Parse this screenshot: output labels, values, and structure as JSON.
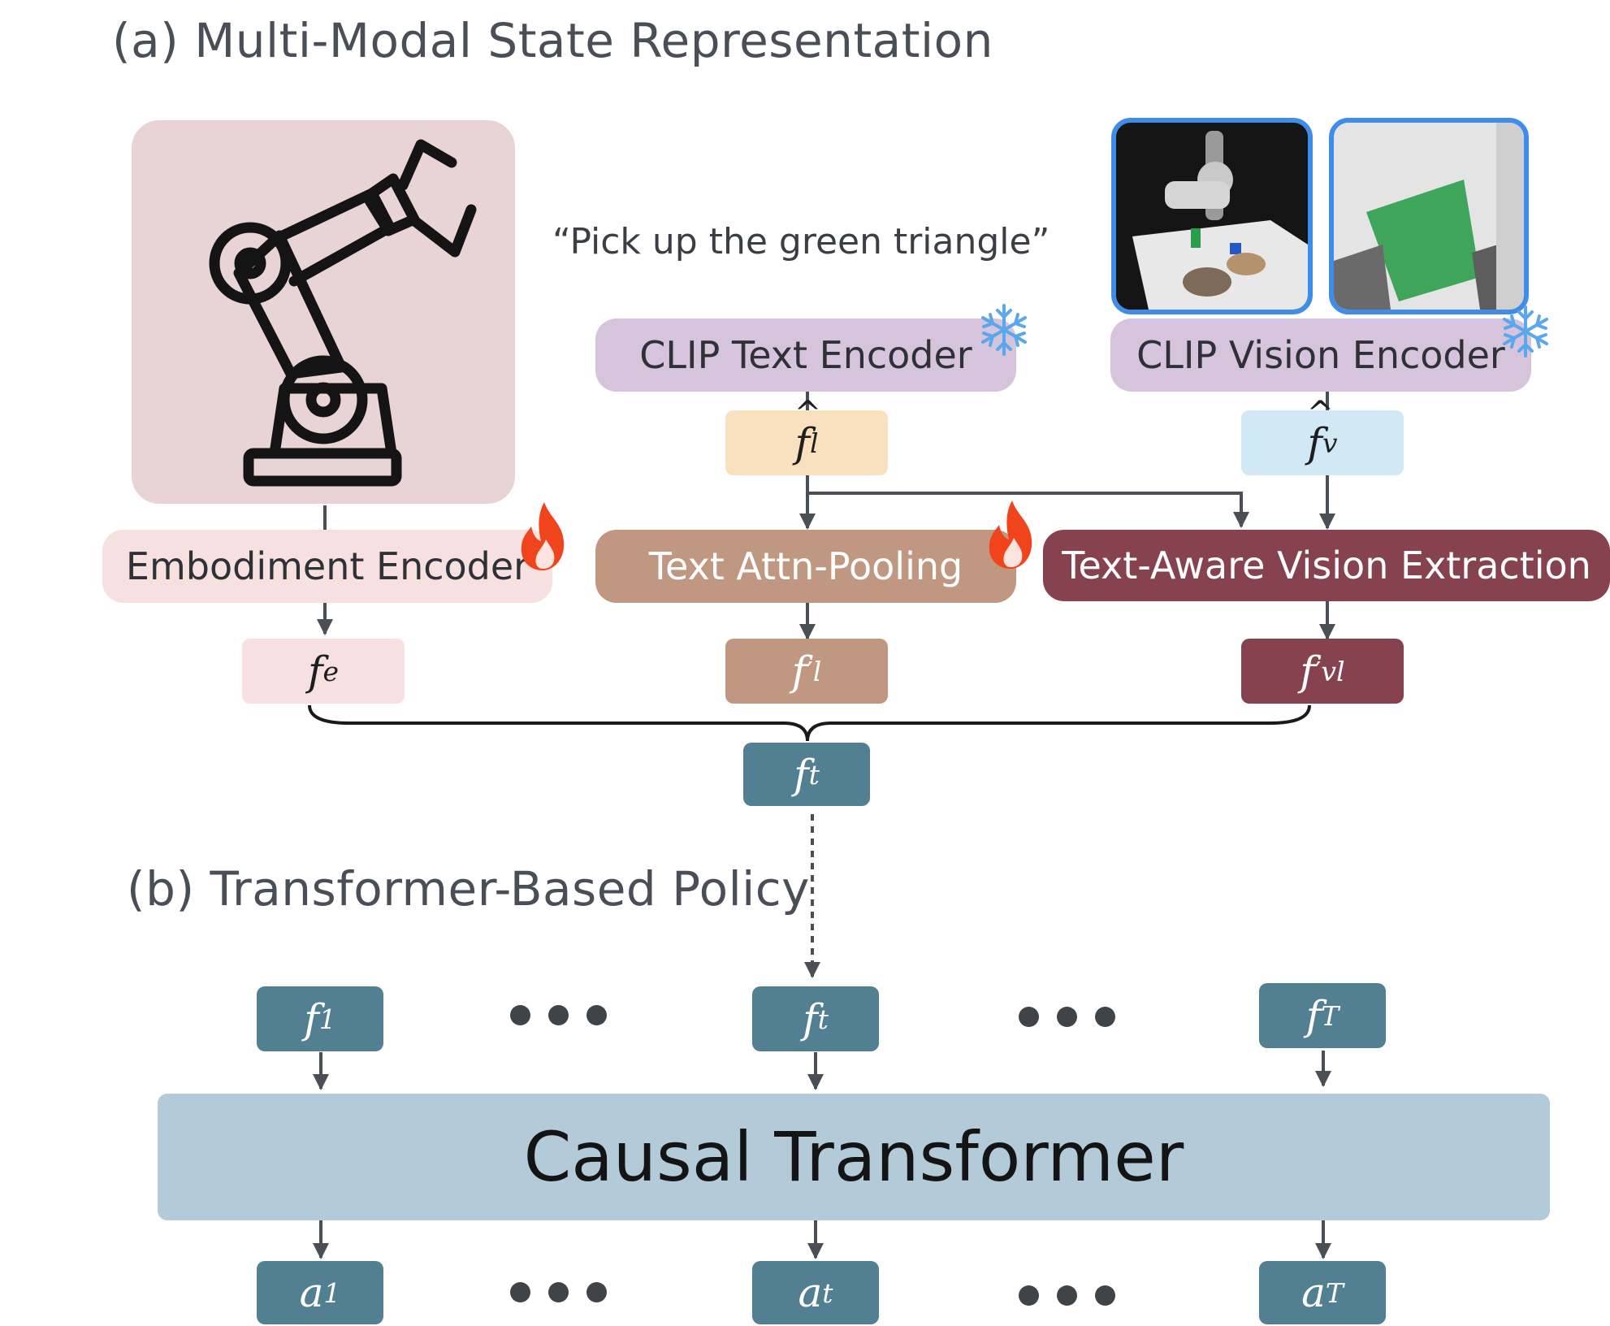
{
  "section_a_title": "(a) Multi-Modal State Representation",
  "section_b_title": "(b) Transformer-Based Policy",
  "instruction_text": "“Pick up the green triangle”",
  "encoders": {
    "clip_text": "CLIP Text Encoder",
    "clip_vision": "CLIP Vision Encoder",
    "embodiment": "Embodiment Encoder",
    "text_attn_pooling": "Text Attn-Pooling",
    "text_aware_vision": "Text-Aware Vision Extraction"
  },
  "features": {
    "f_l_hat": {
      "base": "f",
      "sub": "l",
      "hat": "^"
    },
    "f_v_hat": {
      "base": "f",
      "sub": "v",
      "hat": "^"
    },
    "f_e": {
      "base": "f",
      "sub": "e"
    },
    "f_l_prime": {
      "base": "f",
      "sub": "l",
      "prime": "′"
    },
    "f_vl_prime": {
      "base": "f",
      "sub": "vl",
      "prime": "′"
    },
    "f_t": {
      "base": "f",
      "sub": "t"
    }
  },
  "policy": {
    "transformer_label": "Causal Transformer",
    "inputs": [
      {
        "base": "f",
        "sub": "1"
      },
      {
        "base": "f",
        "sub": "t"
      },
      {
        "base": "f",
        "sub": "T"
      }
    ],
    "outputs": [
      {
        "base": "a",
        "sub": "1"
      },
      {
        "base": "a",
        "sub": "t"
      },
      {
        "base": "a",
        "sub": "T"
      }
    ]
  },
  "icons": {
    "robot_arm": "robot-arm-icon",
    "frozen": "snowflake-icon",
    "trainable": "flame-icon",
    "camera_images": [
      "camera-view-icon",
      "wrist-camera-view-icon"
    ]
  },
  "colors": {
    "clip": "#d6c3dc",
    "embodiment_panel": "#e8d4d5",
    "embodiment_box": "#f6e0e0",
    "attn_pool": "#c09781",
    "vision_extract": "#86434f",
    "text_feat": "#f9e1bf",
    "vision_feat": "#d0e9f5",
    "teal": "#527f91",
    "transformer": "#b3cbd9",
    "camera_border": "#3f8ce9",
    "snowflake": "#5aa7ec",
    "flame": "#f0441c"
  }
}
